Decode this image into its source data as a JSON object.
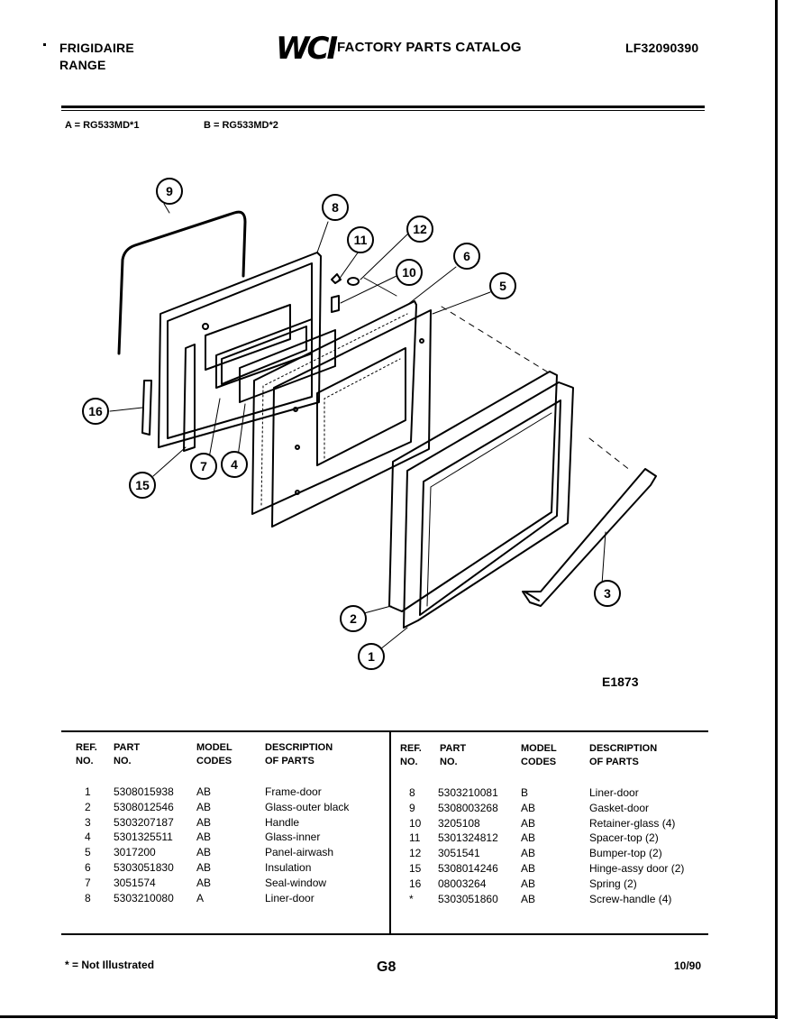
{
  "header": {
    "brand": "FRIGIDAIRE",
    "category": "RANGE",
    "logo": "WCI",
    "catalog": "FACTORY PARTS CATALOG",
    "catalog_no": "LF32090390"
  },
  "models": {
    "a": "A = RG533MD*1",
    "b": "B = RG533MD*2"
  },
  "diagram": {
    "figure_id": "E1873",
    "callouts": [
      "1",
      "2",
      "3",
      "4",
      "5",
      "6",
      "7",
      "8",
      "9",
      "10",
      "11",
      "12",
      "15",
      "16"
    ]
  },
  "table": {
    "headers": {
      "ref": "REF.\nNO.",
      "part": "PART\nNO.",
      "model": "MODEL\nCODES",
      "desc": "DESCRIPTION\nOF PARTS"
    },
    "left": [
      {
        "ref": "1",
        "part": "5308015938",
        "codes": "AB",
        "desc": "Frame-door"
      },
      {
        "ref": "2",
        "part": "5308012546",
        "codes": "AB",
        "desc": "Glass-outer black"
      },
      {
        "ref": "3",
        "part": "5303207187",
        "codes": "AB",
        "desc": "Handle"
      },
      {
        "ref": "4",
        "part": "5301325511",
        "codes": "AB",
        "desc": "Glass-inner"
      },
      {
        "ref": "5",
        "part": "3017200",
        "codes": "AB",
        "desc": "Panel-airwash"
      },
      {
        "ref": "6",
        "part": "5303051830",
        "codes": "AB",
        "desc": "Insulation"
      },
      {
        "ref": "7",
        "part": "3051574",
        "codes": "AB",
        "desc": "Seal-window"
      },
      {
        "ref": "8",
        "part": "5303210080",
        "codes": "A",
        "desc": "Liner-door"
      }
    ],
    "right": [
      {
        "ref": "8",
        "part": "5303210081",
        "codes": "B",
        "desc": "Liner-door"
      },
      {
        "ref": "9",
        "part": "5308003268",
        "codes": "AB",
        "desc": "Gasket-door"
      },
      {
        "ref": "10",
        "part": "3205108",
        "codes": "AB",
        "desc": "Retainer-glass (4)"
      },
      {
        "ref": "11",
        "part": "5301324812",
        "codes": "AB",
        "desc": "Spacer-top (2)"
      },
      {
        "ref": "12",
        "part": "3051541",
        "codes": "AB",
        "desc": "Bumper-top (2)"
      },
      {
        "ref": "15",
        "part": "5308014246",
        "codes": "AB",
        "desc": "Hinge-assy door (2)"
      },
      {
        "ref": "16",
        "part": "08003264",
        "codes": "AB",
        "desc": "Spring (2)"
      },
      {
        "ref": "*",
        "part": "5303051860",
        "codes": "AB",
        "desc": "Screw-handle (4)"
      }
    ]
  },
  "footer": {
    "note": "* = Not Illustrated",
    "page": "G8",
    "date": "10/90"
  }
}
